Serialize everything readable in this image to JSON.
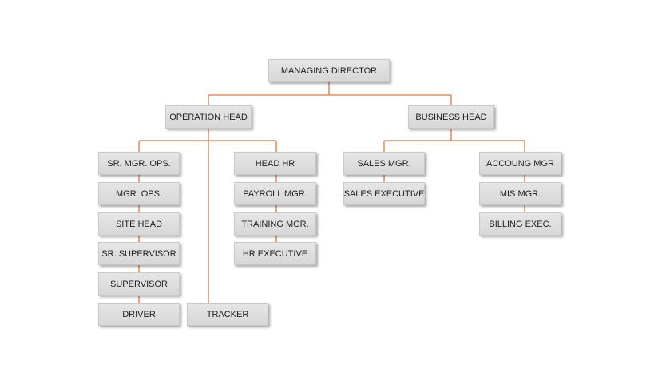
{
  "org": {
    "managing_director": "MANAGING DIRECTOR",
    "operation_head": "OPERATION HEAD",
    "business_head": "BUSINESS HEAD",
    "ops_chain": [
      "SR. MGR. OPS.",
      "MGR. OPS.",
      "SITE HEAD",
      "SR. SUPERVISOR",
      "SUPERVISOR",
      "DRIVER"
    ],
    "tracker": "TRACKER",
    "hr_chain": [
      "HEAD HR",
      "PAYROLL MGR.",
      "TRAINING MGR.",
      "HR EXECUTIVE"
    ],
    "sales_chain": [
      "SALES MGR.",
      "SALES EXECUTIVE"
    ],
    "accounts_chain": [
      "ACCOUNG MGR",
      "MIS MGR.",
      "BILLING EXEC."
    ]
  },
  "colors": {
    "connector": "#e0773d",
    "box_fill": "#dddddd"
  }
}
